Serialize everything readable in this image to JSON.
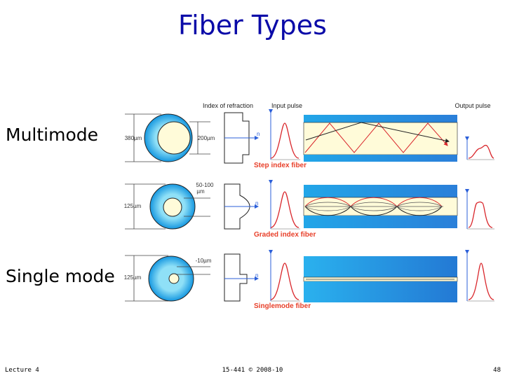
{
  "title": "Fiber Types",
  "left_labels": {
    "multimode": "Multimode",
    "single_mode": "Single mode"
  },
  "diagram": {
    "col_headers": {
      "index": "Index of refraction",
      "input": "Input pulse",
      "output": "Output pulse"
    },
    "rows": [
      {
        "id": "step",
        "outer_dim": "380µm",
        "core_dim": "200µm",
        "n_label": "n",
        "caption": "Step index fiber"
      },
      {
        "id": "graded",
        "outer_dim": "125µm",
        "core_dim_line1": "50-100",
        "core_dim_line2": "µm",
        "n_label": "n",
        "caption": "Graded index fiber"
      },
      {
        "id": "single",
        "outer_dim": "125µm",
        "core_dim": "-10µm",
        "n_label": "n",
        "caption": "Singlemode fiber"
      }
    ],
    "colors": {
      "caption": "#e8402a",
      "cladding": "#2aa8e6",
      "core": "#fffbd9",
      "pulse": "#d9262b",
      "axis": "#2b5fd9"
    }
  },
  "footer": {
    "left": "Lecture 4",
    "center": "15-441 © 2008-10",
    "right": "48"
  }
}
